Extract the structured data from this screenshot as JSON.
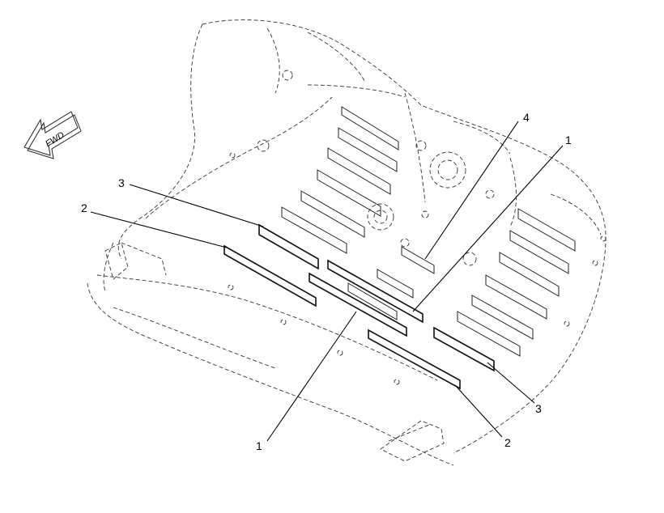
{
  "direction_arrow": {
    "label": "FWD",
    "icon": "forward-arrow-icon"
  },
  "callouts": [
    {
      "id": "c1a",
      "label": "1"
    },
    {
      "id": "c1b",
      "label": "1"
    },
    {
      "id": "c2a",
      "label": "2"
    },
    {
      "id": "c2b",
      "label": "2"
    },
    {
      "id": "c3a",
      "label": "3"
    },
    {
      "id": "c3b",
      "label": "3"
    },
    {
      "id": "c4",
      "label": "4"
    }
  ]
}
